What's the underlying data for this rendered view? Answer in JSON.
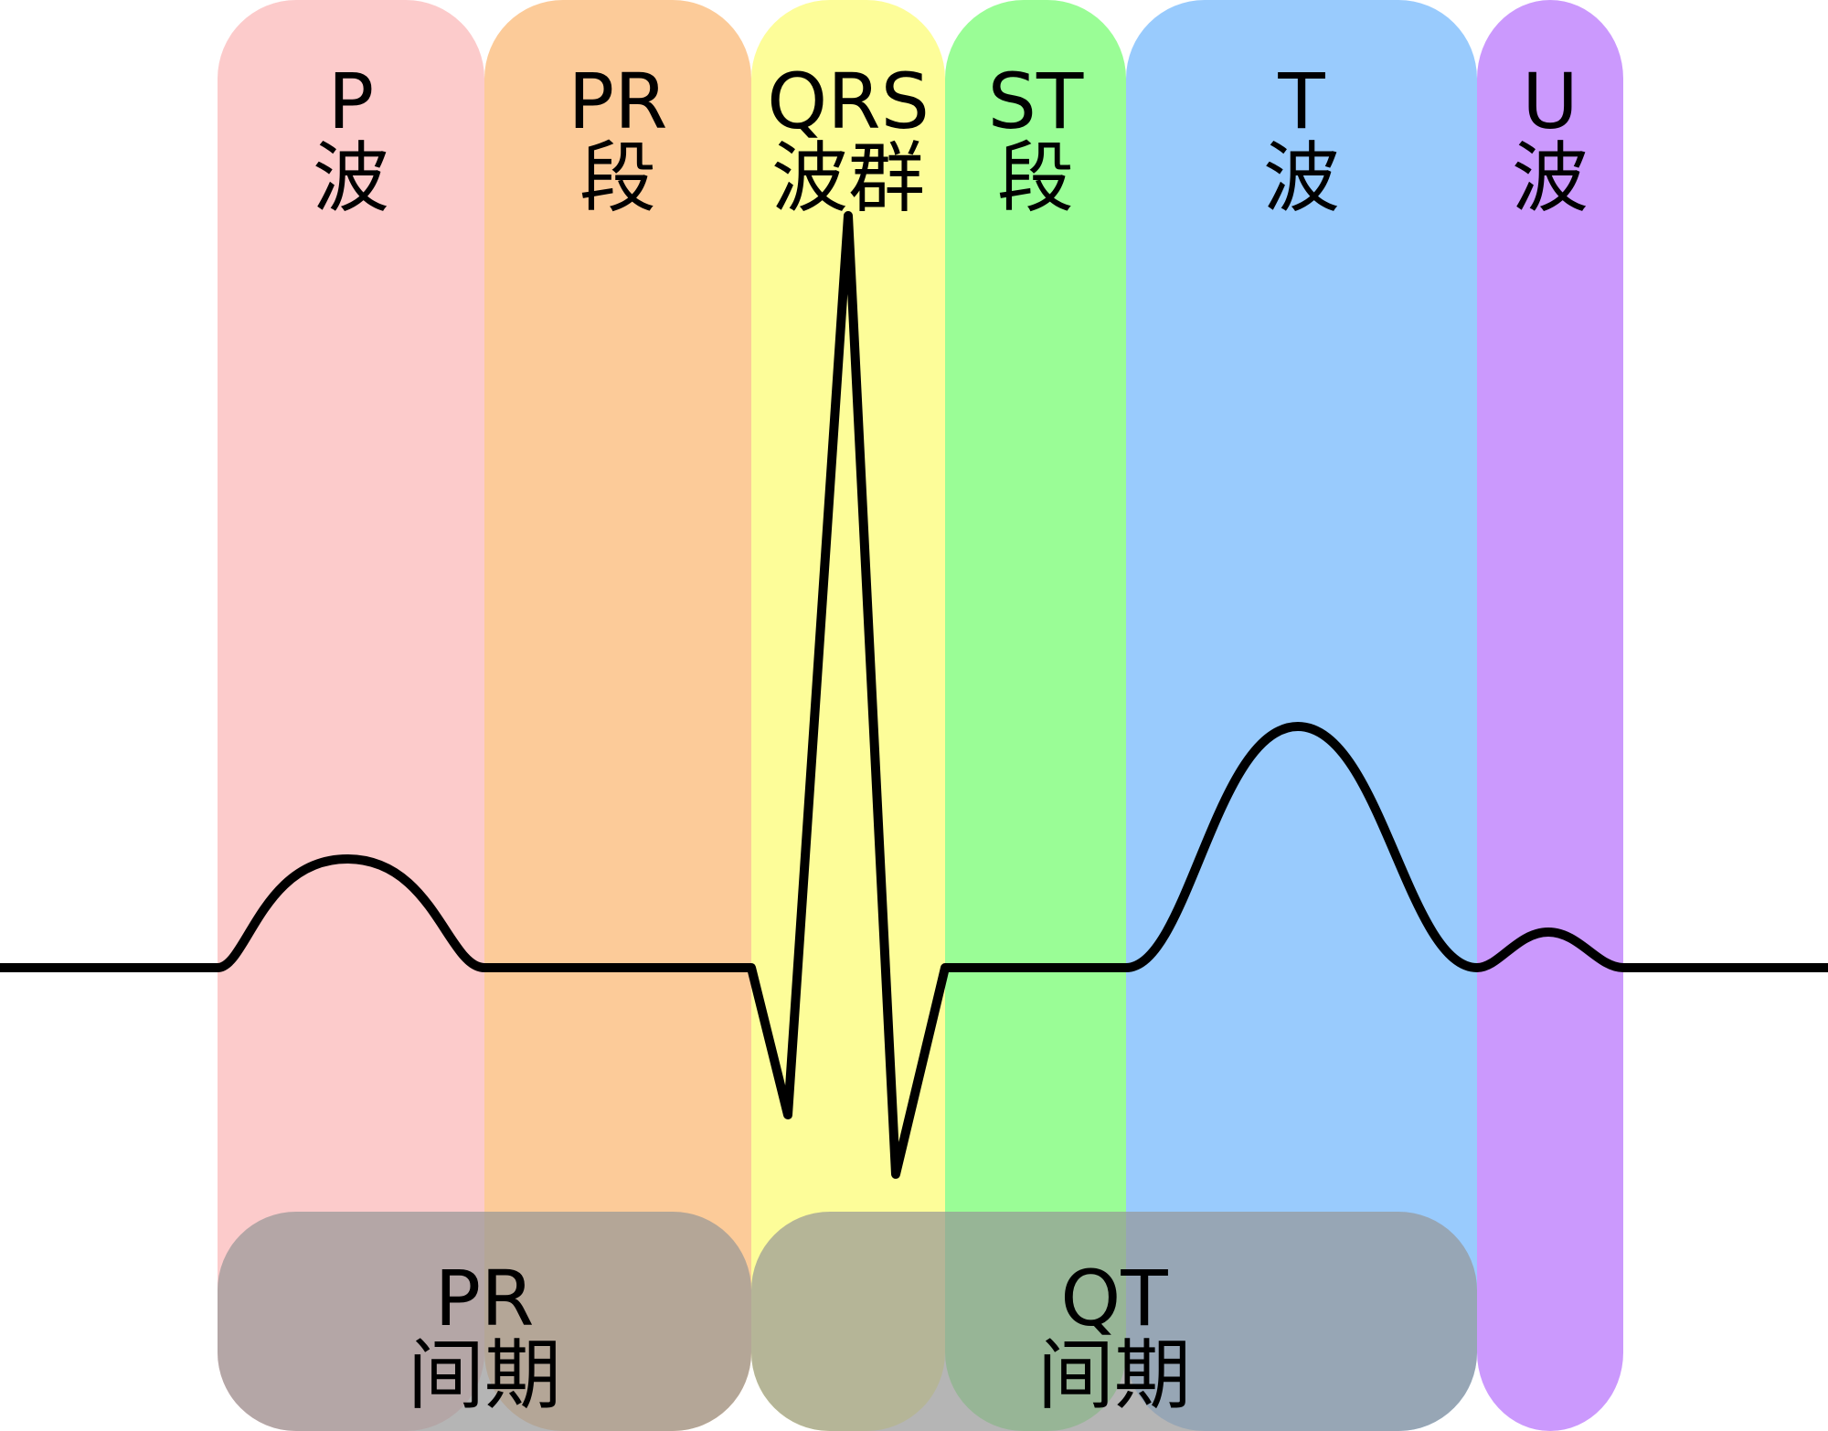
{
  "colors": {
    "p_wave": "#fccbcb",
    "pr_segment": "#fccb99",
    "qrs_complex": "#fdfd99",
    "st_segment": "#9afd96",
    "t_wave": "#99cbfd",
    "u_wave": "#cb99fd",
    "interval_overlay": "#969696",
    "trace": "#000000"
  },
  "bands": [
    {
      "id": "p-wave",
      "line1": "P",
      "line2": "波",
      "color_key": "p_wave"
    },
    {
      "id": "pr-segment",
      "line1": "PR",
      "line2": "段",
      "color_key": "pr_segment"
    },
    {
      "id": "qrs-complex",
      "line1": "QRS",
      "line2": "波群",
      "color_key": "qrs_complex"
    },
    {
      "id": "st-segment",
      "line1": "ST",
      "line2": "段",
      "color_key": "st_segment"
    },
    {
      "id": "t-wave",
      "line1": "T",
      "line2": "波",
      "color_key": "t_wave"
    },
    {
      "id": "u-wave",
      "line1": "U",
      "line2": "波",
      "color_key": "u_wave"
    }
  ],
  "intervals": [
    {
      "id": "pr-interval",
      "line1": "PR",
      "line2": "间期"
    },
    {
      "id": "qt-interval",
      "line1": "QT",
      "line2": "间期"
    }
  ]
}
